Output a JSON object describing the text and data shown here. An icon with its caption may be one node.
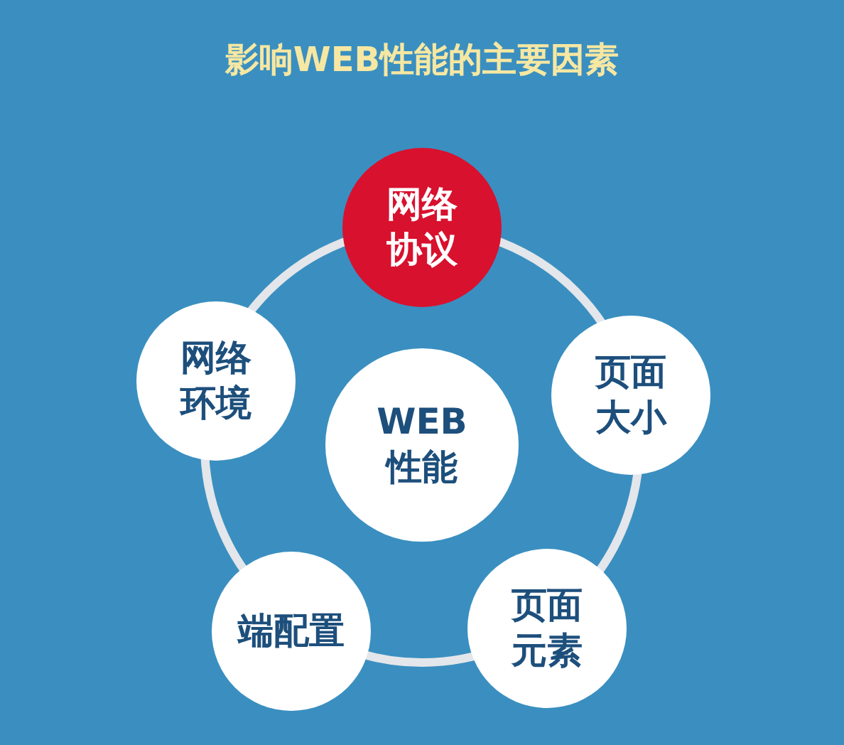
{
  "diagram": {
    "title": "影响WEB性能的主要因素",
    "nodes": [
      {
        "text": [
          "WEB性能"
        ]
      },
      {
        "text": [
          "网络协议"
        ]
      },
      {
        "text": [
          "页面大小"
        ]
      },
      {
        "text": [
          "页面元素"
        ]
      },
      {
        "text": [
          "端配置"
        ]
      },
      {
        "text": [
          "网络环境"
        ]
      }
    ]
  }
}
